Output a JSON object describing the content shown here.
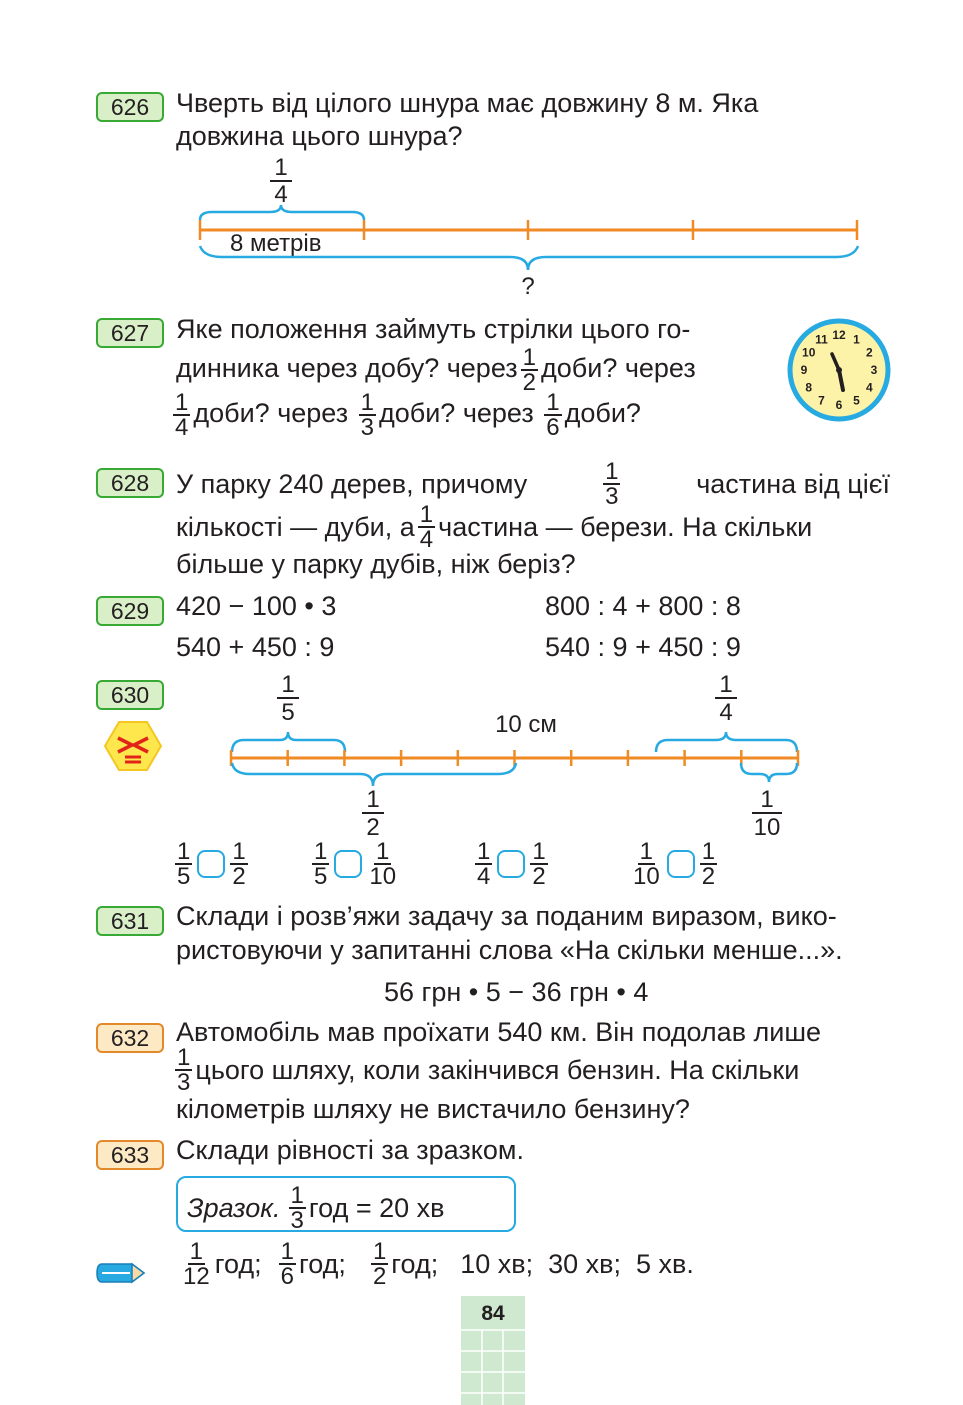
{
  "tasks": {
    "t626": {
      "number": "626",
      "line1": "Чверть від цілого шнура має довжину 8 м. Яка",
      "line2": "довжина цього шнура?",
      "frac_n": "1",
      "frac_d": "4",
      "segment_label": "8 метрів",
      "question": "?"
    },
    "t627": {
      "number": "627",
      "line1": "Яке положення займуть стрілки цього го-",
      "line2a": "динника через добу? через",
      "f1n": "1",
      "f1d": "2",
      "line2b": "доби? через",
      "f2n": "1",
      "f2d": "4",
      "line3a": "доби? через",
      "f3n": "1",
      "f3d": "3",
      "line3b": "доби? через",
      "f4n": "1",
      "f4d": "6",
      "line3c": "доби?",
      "clock_numbers": [
        "12",
        "1",
        "2",
        "3",
        "4",
        "5",
        "6",
        "7",
        "8",
        "9",
        "10",
        "11"
      ]
    },
    "t628": {
      "number": "628",
      "line1a": "У парку 240 дерев, причому",
      "f1n": "1",
      "f1d": "3",
      "line1b": "частина від цієї",
      "line2a": "кількості — дуби, а",
      "f2n": "1",
      "f2d": "4",
      "line2b": "частина — берези. На скільки",
      "line3": "більше у парку дубів, ніж беріз?"
    },
    "t629": {
      "number": "629",
      "e1": "420 − 100 • 3",
      "e2": "800 : 4 + 800 : 8",
      "e3": "540 + 450 : 9",
      "e4": "540 : 9 + 450 : 9"
    },
    "t630": {
      "number": "630",
      "total_label": "10 см",
      "b1n": "1",
      "b1d": "5",
      "b2n": "1",
      "b2d": "4",
      "b3n": "1",
      "b3d": "2",
      "b4n": "1",
      "b4d": "10",
      "comparisons": [
        {
          "an": "1",
          "ad": "5",
          "bn": "1",
          "bd": "2"
        },
        {
          "an": "1",
          "ad": "5",
          "bn": "1",
          "bd": "10"
        },
        {
          "an": "1",
          "ad": "4",
          "bn": "1",
          "bd": "2"
        },
        {
          "an": "1",
          "ad": "10",
          "bn": "1",
          "bd": "2"
        }
      ]
    },
    "t631": {
      "number": "631",
      "line1": "Склади і розв’яжи задачу за поданим виразом, вико-",
      "line2": "ристовуючи у запитанні слова «На скільки менше...».",
      "expr": "56 грн • 5 − 36 грн • 4"
    },
    "t632": {
      "number": "632",
      "line1": "Автомобіль мав проїхати 540 км. Він подолав лише",
      "fn": "1",
      "fd": "3",
      "line2": "цього шляху, коли закінчився бензин. На скільки",
      "line3": "кілометрів шляху не вистачило бензину?"
    },
    "t633": {
      "number": "633",
      "line1": "Склади рівності за зразком.",
      "sample_label": "Зразок.",
      "sfn": "1",
      "sfd": "3",
      "sample_rest": "год = 20 хв",
      "i1n": "1",
      "i1d": "12",
      "i1u": "год;",
      "i2n": "1",
      "i2d": "6",
      "i2u": "год;",
      "i3n": "1",
      "i3d": "2",
      "i3u": "год;",
      "tail": "10 хв;  30 хв;  5 хв."
    }
  },
  "page_number": "84",
  "colors": {
    "green_badge": "#39a935",
    "orange_badge": "#e28a2b",
    "orange_line": "#f08a24",
    "blue": "#27a9e1",
    "page_box": "#cfe9d0"
  },
  "icons": [
    "compare-icon",
    "pencil-icon",
    "clock-icon"
  ]
}
